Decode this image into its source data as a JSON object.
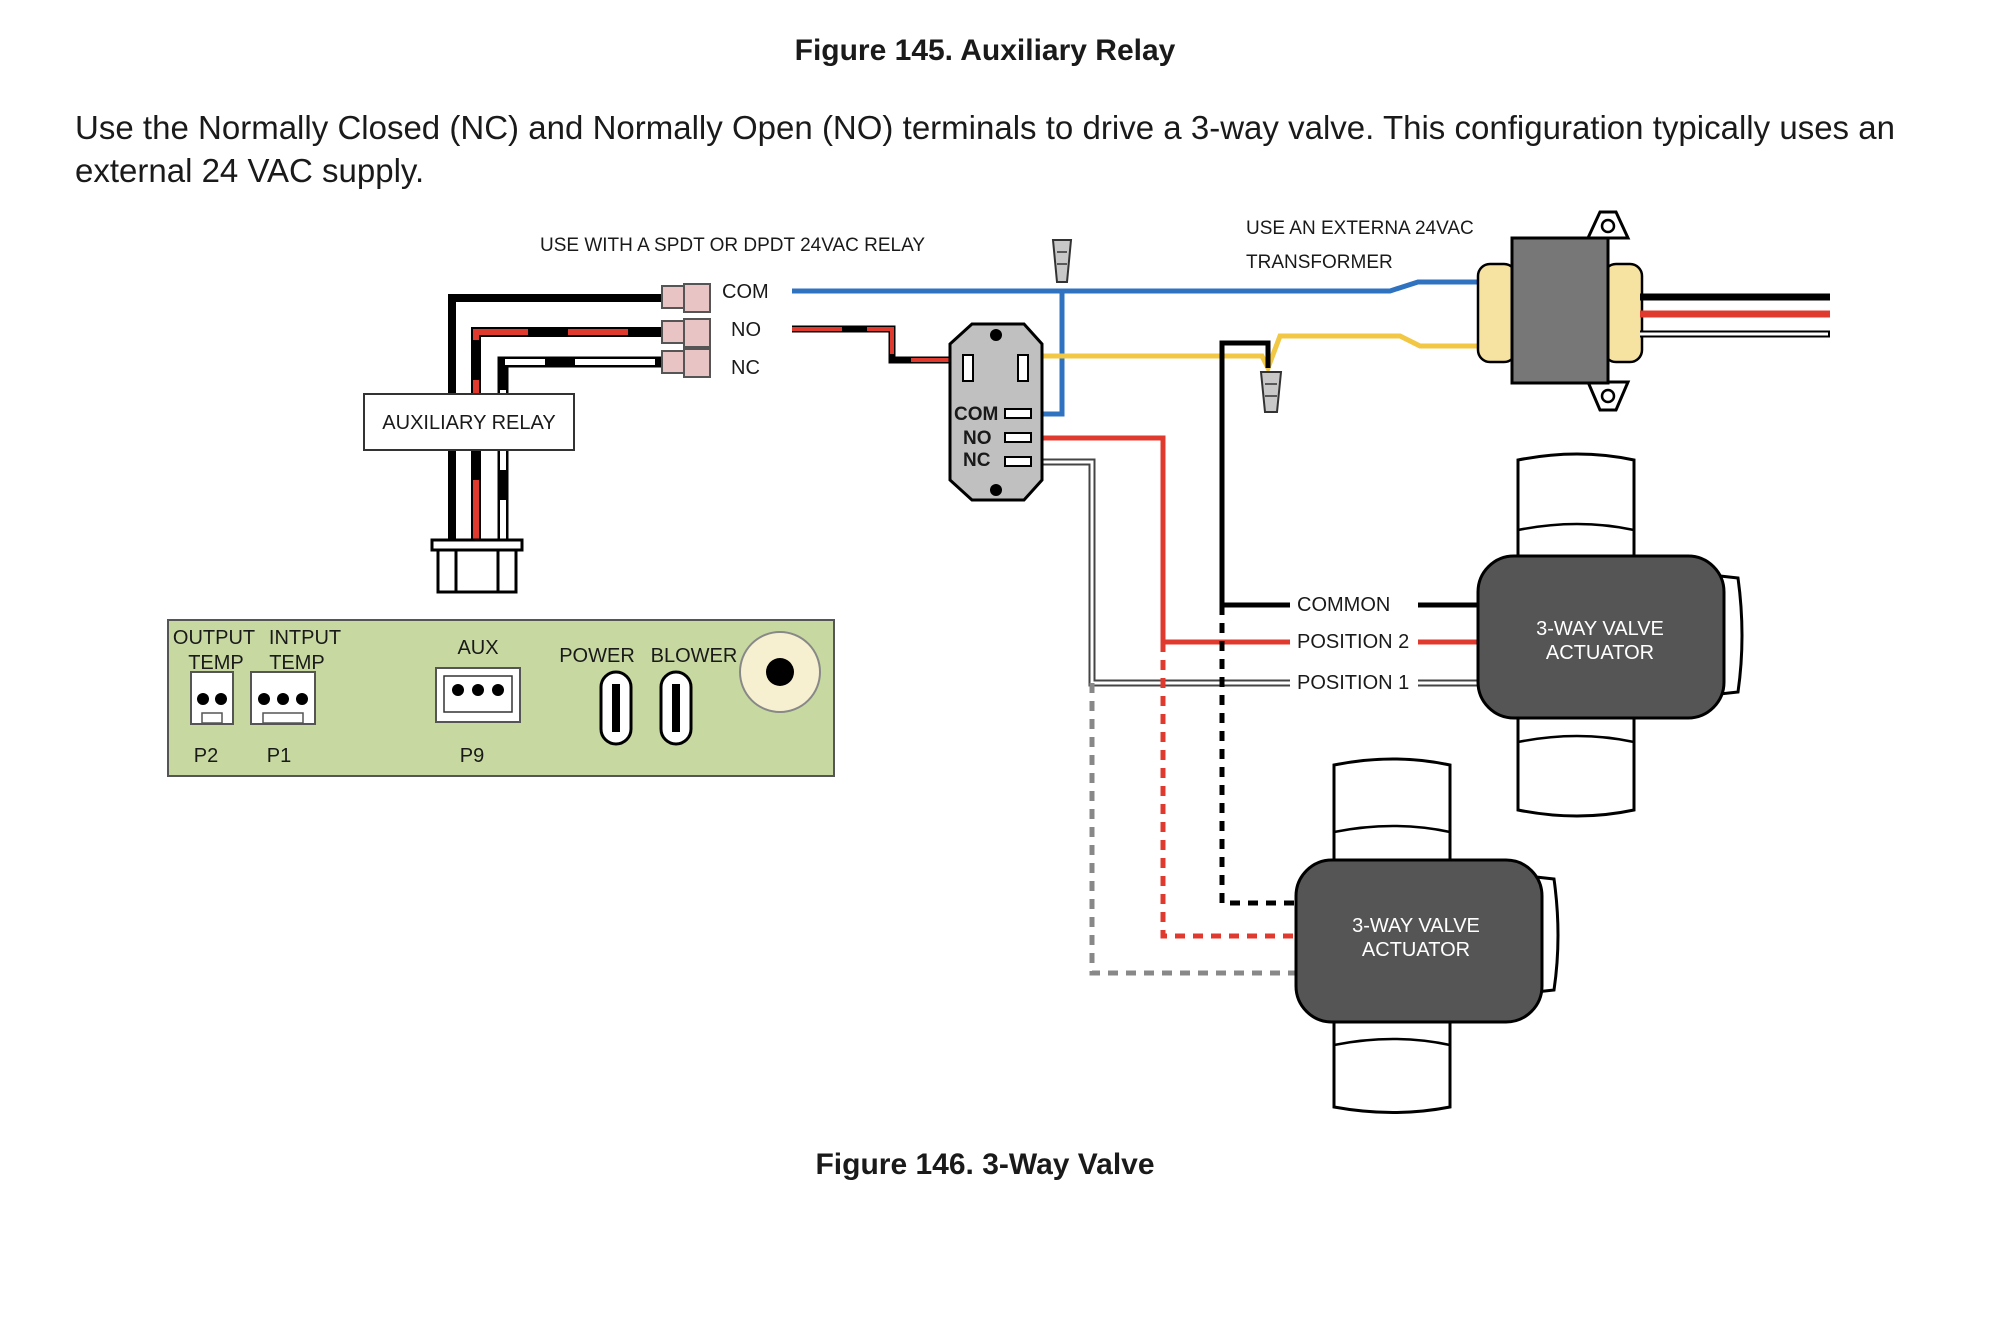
{
  "figure145_title": "Figure 145. Auxiliary Relay",
  "intro_text": "Use the Normally Closed (NC) and Normally Open (NO) terminals to drive a 3-way valve. This configuration typically uses an external 24 VAC supply.",
  "figure146_title": "Figure 146. 3-Way Valve",
  "diagram": {
    "relay_note": "USE WITH A SPDT OR DPDT 24VAC RELAY",
    "transformer_note_line1": "USE AN EXTERNA 24VAC",
    "transformer_note_line2": "TRANSFORMER",
    "harness_labels": {
      "com": "COM",
      "no": "NO",
      "nc": "NC"
    },
    "aux_relay_label": "AUXILIARY RELAY",
    "relay_terminals": {
      "com": "COM",
      "no": "NO",
      "nc": "NC"
    },
    "actuator_wires": {
      "common": "COMMON",
      "position2": "POSITION 2",
      "position1": "POSITION 1"
    },
    "actuator1": {
      "line1": "3-WAY VALVE",
      "line2": "ACTUATOR"
    },
    "actuator2": {
      "line1": "3-WAY VALVE",
      "line2": "ACTUATOR"
    },
    "control_board": {
      "output_temp_line1": "OUTPUT",
      "output_temp_line2": "TEMP",
      "input_temp_line1": "INTPUT",
      "input_temp_line2": "TEMP",
      "aux": "AUX",
      "power": "POWER",
      "blower": "BLOWER",
      "p2": "P2",
      "p1": "P1",
      "p9": "P9"
    },
    "colors": {
      "blue_wire": "#2f72c0",
      "red_wire": "#e03a2f",
      "yellow_wire": "#f2c744",
      "black_wire": "#000000",
      "board_green": "#c7d9a1",
      "actuator_gray": "#555555",
      "transformer_gray": "#777777",
      "transformer_coil": "#f7e3a1",
      "relay_body": "#c0c0c0",
      "terminal_pink": "#e8c4c4"
    }
  }
}
